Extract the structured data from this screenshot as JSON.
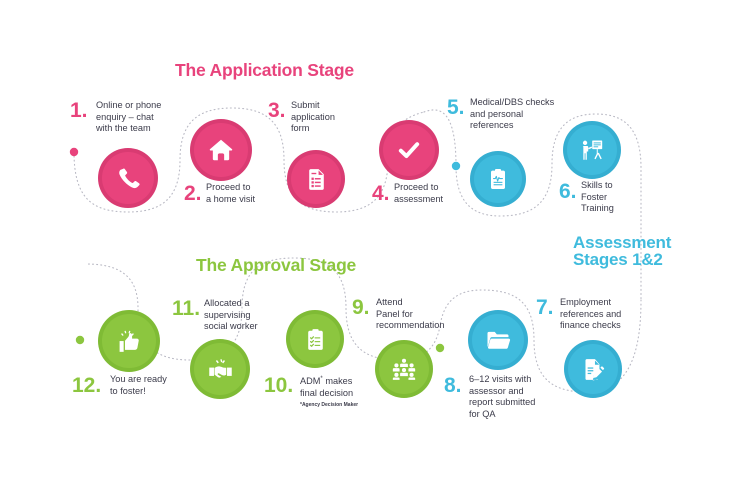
{
  "palette": {
    "pink": "#e8437c",
    "pink_dark": "#d93b72",
    "blue": "#3fbbdd",
    "blue_dark": "#35aed1",
    "green": "#8cc63f",
    "green_dark": "#7fbb35",
    "text": "#3b3b4a",
    "background": "#ffffff",
    "dotted_path": "#b9b9c4"
  },
  "headings": {
    "application_stage": "The Application Stage",
    "approval_stage": "The Approval Stage",
    "assessment_stages": "Assessment Stages 1&2"
  },
  "steps": [
    {
      "number": "1.",
      "label": "Online or phone\nenquiry – chat\nwith the team",
      "color": "pink",
      "icon": "phone-icon"
    },
    {
      "number": "2.",
      "label": "Proceed to\na home visit",
      "color": "pink",
      "icon": "house-icon"
    },
    {
      "number": "3.",
      "label": "Submit\napplication\nform",
      "color": "pink",
      "icon": "form-document-icon"
    },
    {
      "number": "4.",
      "label": "Proceed to\nassessment",
      "color": "pink",
      "icon": "checkmark-icon"
    },
    {
      "number": "5.",
      "label": "Medical/DBS checks\nand personal\nreferences",
      "color": "blue",
      "icon": "medical-clipboard-icon"
    },
    {
      "number": "6.",
      "label": "Skills to\nFoster\nTraining",
      "color": "blue",
      "icon": "training-presentation-icon"
    },
    {
      "number": "7.",
      "label": "Employment\nreferences and\nfinance checks",
      "color": "blue",
      "icon": "document-edit-icon"
    },
    {
      "number": "8.",
      "label": "6–12 visits with\nassessor and\nreport submitted\nfor QA",
      "color": "blue",
      "icon": "folder-icon"
    },
    {
      "number": "9.",
      "label": "Attend\nPanel for\nrecommendation",
      "color": "green",
      "icon": "panel-group-icon"
    },
    {
      "number": "10.",
      "label_prefix": "ADM",
      "label_suffix": " makes\nfinal decision",
      "footnote": "*Agency Decision Maker",
      "color": "green",
      "icon": "clipboard-checklist-icon"
    },
    {
      "number": "11.",
      "label": "Allocated a\nsupervising\nsocial worker",
      "color": "green",
      "icon": "handshake-icon"
    },
    {
      "number": "12.",
      "label": "You are ready\nto foster!",
      "color": "green",
      "icon": "thumbs-up-icon"
    }
  ]
}
